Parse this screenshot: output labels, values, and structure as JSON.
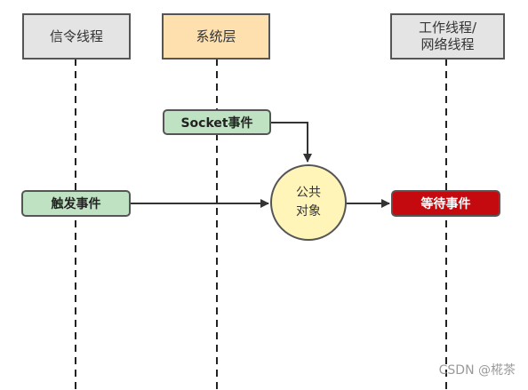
{
  "lanes": [
    {
      "id": "signal",
      "lines": [
        "信令线程"
      ],
      "fill": "#e4e4e4"
    },
    {
      "id": "system",
      "lines": [
        "系统层"
      ],
      "fill": "#fde0ae"
    },
    {
      "id": "worker",
      "lines": [
        "工作线程/",
        "网络线程"
      ],
      "fill": "#e4e4e4"
    }
  ],
  "events": {
    "socket": "Socket事件",
    "trigger": "触发事件",
    "wait": "等待事件"
  },
  "shared_object": {
    "lines": [
      "公共",
      "对象"
    ]
  },
  "watermark": "CSDN @椛茶",
  "colors": {
    "event_green": "#bfe3c2",
    "event_red": "#c50a0f",
    "shared_object": "#fff5b8",
    "lane_grey": "#e4e4e4",
    "lane_orange": "#fde0ae"
  },
  "edges": [
    {
      "from": "Socket事件",
      "to": "公共对象"
    },
    {
      "from": "触发事件",
      "to": "公共对象"
    },
    {
      "from": "公共对象",
      "to": "等待事件"
    }
  ]
}
